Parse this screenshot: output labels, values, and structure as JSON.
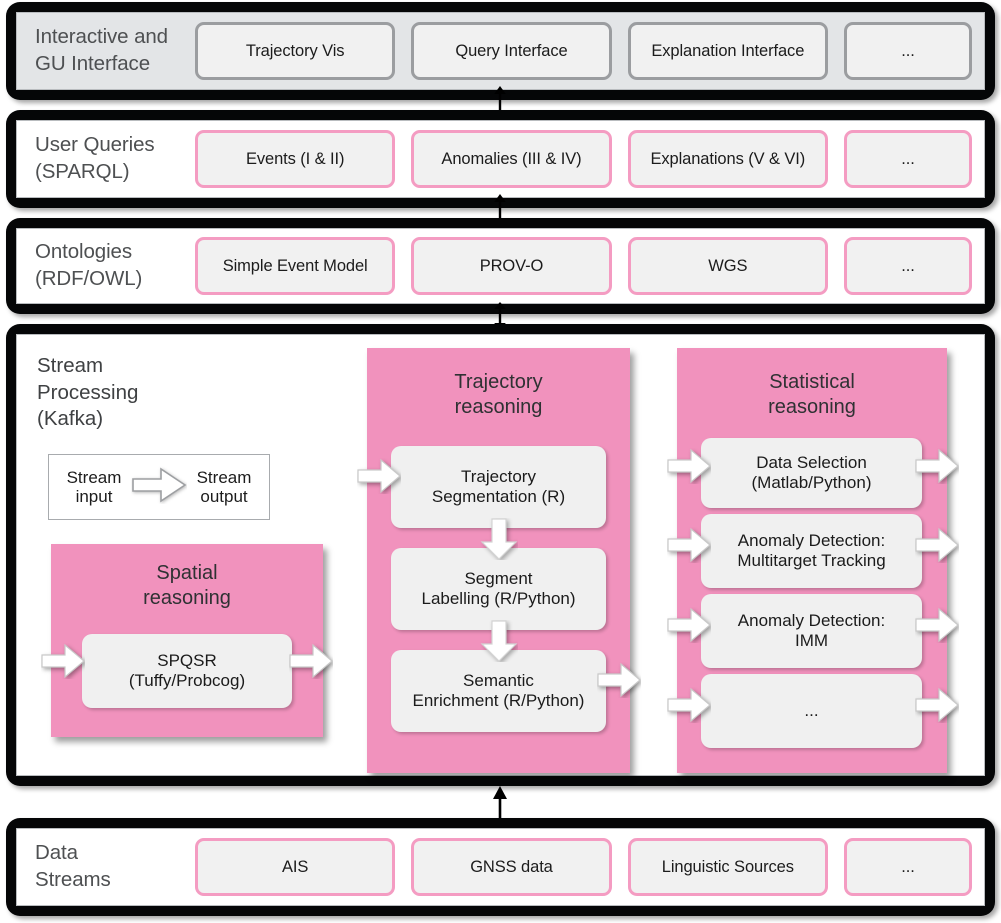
{
  "colors": {
    "pink_border": "#f49cc2",
    "pink_fill": "#f192bd",
    "gray_border": "#9b9da0",
    "node_fill": "#f0f0f0",
    "band_black": "#050607",
    "band_tint": "#e3e5e7"
  },
  "layers": [
    {
      "id": "interactive",
      "title": "Interactive and\nGU Interface",
      "chip_style": "gray",
      "chips": [
        {
          "label": "Trajectory Vis"
        },
        {
          "label": "Query Interface"
        },
        {
          "label": "Explanation Interface"
        },
        {
          "label": "..."
        }
      ]
    },
    {
      "id": "user-queries",
      "title": "User Queries\n(SPARQL)",
      "chip_style": "pink",
      "chips": [
        {
          "label": "Events (I & II)"
        },
        {
          "label": "Anomalies (III & IV)"
        },
        {
          "label": "Explanations (V & VI)"
        },
        {
          "label": "..."
        }
      ]
    },
    {
      "id": "ontologies",
      "title": "Ontologies\n(RDF/OWL)",
      "chip_style": "pink",
      "chips": [
        {
          "label": "Simple Event Model"
        },
        {
          "label": "PROV-O"
        },
        {
          "label": "WGS"
        },
        {
          "label": "..."
        }
      ]
    },
    {
      "id": "data-streams",
      "title": "Data\nStreams",
      "chip_style": "pink",
      "chips": [
        {
          "label": "AIS"
        },
        {
          "label": "GNSS data"
        },
        {
          "label": "Linguistic Sources"
        },
        {
          "label": "..."
        }
      ]
    }
  ],
  "stream_processing": {
    "title": "Stream\nProcessing\n(Kafka)",
    "legend": {
      "input_label": "Stream\ninput",
      "output_label": "Stream\noutput"
    },
    "groups": [
      {
        "id": "spatial-reasoning",
        "title": "Spatial\nreasoning",
        "nodes": [
          {
            "label": "SPQSR\n(Tuffy/Probcog)"
          }
        ]
      },
      {
        "id": "trajectory-reasoning",
        "title": "Trajectory\nreasoning",
        "nodes": [
          {
            "label": "Trajectory\nSegmentation (R)"
          },
          {
            "label": "Segment\nLabelling (R/Python)"
          },
          {
            "label": "Semantic\nEnrichment (R/Python)"
          }
        ]
      },
      {
        "id": "statistical-reasoning",
        "title": "Statistical\nreasoning",
        "nodes": [
          {
            "label": "Data Selection\n(Matlab/Python)"
          },
          {
            "label": "Anomaly Detection:\nMultitarget Tracking"
          },
          {
            "label": "Anomaly Detection:\nIMM"
          },
          {
            "label": "..."
          }
        ]
      }
    ]
  }
}
